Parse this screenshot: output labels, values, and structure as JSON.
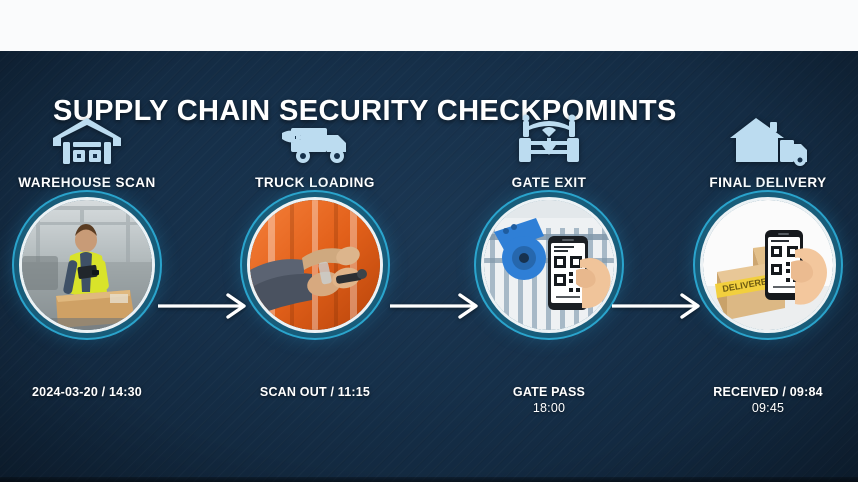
{
  "slide": {
    "title": "SUPPLY CHAIN SECURITY CHECKPOMINTS",
    "background_color": "#16304a",
    "accent_color": "#2eb6e1",
    "icon_color": "#bcdcf0",
    "text_color": "#ffffff"
  },
  "checkpoints": [
    {
      "icon": "warehouse-icon",
      "label": "WAREHOUSE SCAN",
      "caption_line1": "2024-03-20 / 14:30",
      "caption_line2": "",
      "photo_alt": "warehouse-worker-scanning-box-photo"
    },
    {
      "icon": "delivery-truck-icon",
      "label": "TRUCK LOADING",
      "caption_line1": "SCAN OUT / 11:15",
      "caption_line2": "",
      "photo_alt": "hands-locking-orange-truck-door-photo"
    },
    {
      "icon": "gate-barrier-icon",
      "label": "GATE EXIT",
      "caption_line1": "GATE PASS",
      "caption_line2": "18:00",
      "photo_alt": "blue-gate-barrier-phone-qr-scan-photo"
    },
    {
      "icon": "house-delivery-truck-icon",
      "label": "FINAL DELIVERY",
      "caption_line1": "RECEIVED / 09:84",
      "caption_line2": "09:45",
      "photo_alt": "delivered-boxes-phone-qr-scan-photo"
    }
  ],
  "connectors": [
    {
      "name": "arrow-1",
      "direction": "right"
    },
    {
      "name": "arrow-2",
      "direction": "right"
    },
    {
      "name": "arrow-3",
      "direction": "right"
    }
  ]
}
